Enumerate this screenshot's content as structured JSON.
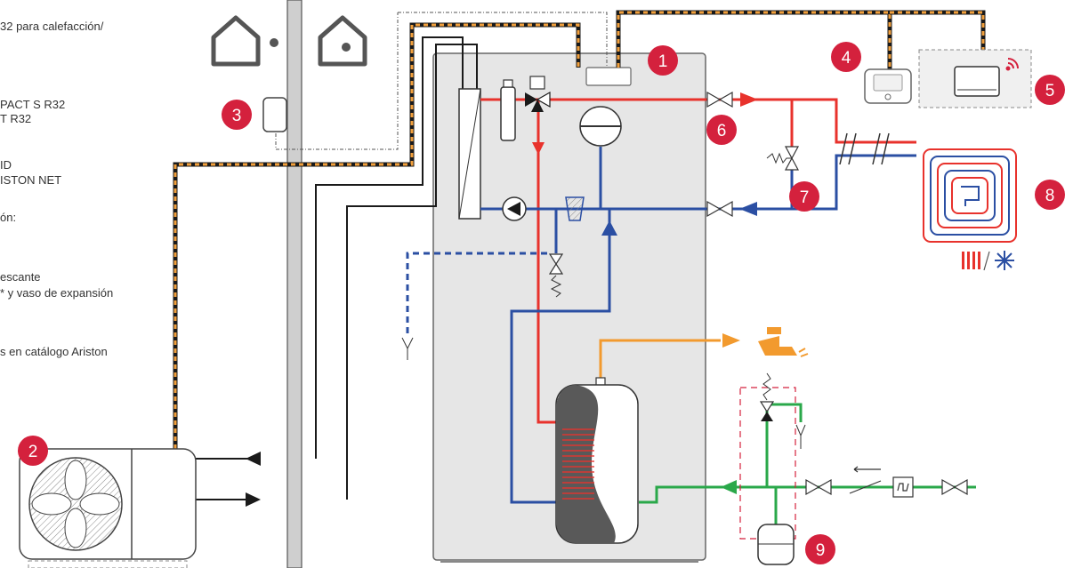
{
  "legend": {
    "lines": [
      "32 para calefacción/",
      "PACT S R32",
      "T R32",
      "ID",
      "ISTON NET",
      "ón:",
      "escante",
      "* y vaso de expansión",
      "s en catálogo Ariston"
    ]
  },
  "callouts": [
    "1",
    "2",
    "3",
    "4",
    "5",
    "6",
    "7",
    "8",
    "9"
  ],
  "colors": {
    "hot": "#e8322c",
    "cold": "#2b4fa3",
    "dhw": "#f29a2e",
    "mains": "#2aa84a",
    "control": "#f2a03c",
    "accent": "#d4213d",
    "unit": "#e6e6e6"
  },
  "icons": [
    "house-icon",
    "house-icon",
    "fan-icon",
    "thermostat-icon",
    "gateway-icon",
    "wifi-icon",
    "radiator-icon",
    "snowflake-icon",
    "faucet-icon",
    "pump-icon",
    "valve-icon",
    "expansion-vessel-icon",
    "tank-icon",
    "floor-heating-coil-icon"
  ]
}
